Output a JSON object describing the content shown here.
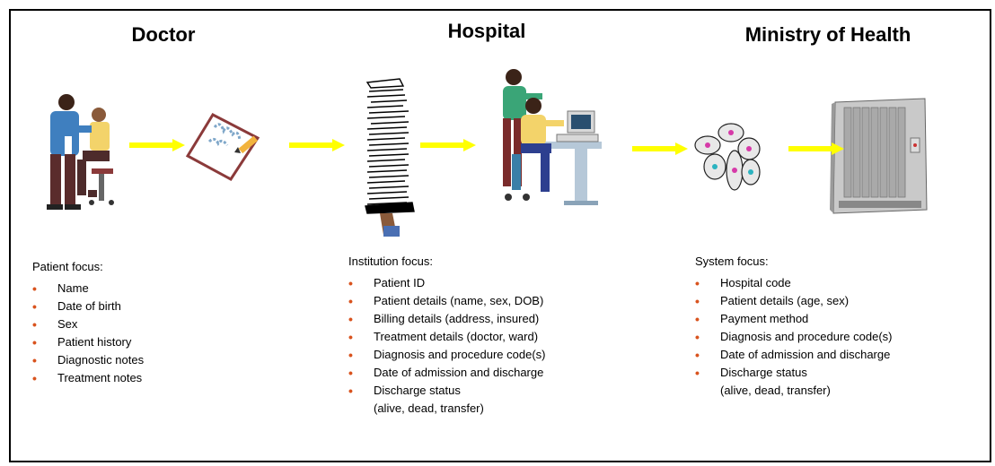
{
  "colors": {
    "arrow": "#ffff00",
    "bullet": "#d9531e"
  },
  "columns": [
    {
      "heading": "Doctor",
      "focus_title": "Patient focus:",
      "items": [
        "Name",
        "Date of birth",
        "Sex",
        "Patient history",
        "Diagnostic notes",
        "Treatment notes"
      ]
    },
    {
      "heading": "Hospital",
      "focus_title": "Institution focus:",
      "items": [
        "Patient ID",
        "Patient details (name, sex, DOB)",
        "Billing details (address, insured)",
        "Treatment details (doctor, ward)",
        "Diagnosis and procedure code(s)",
        "Date of admission and discharge",
        "Discharge status",
        "(alive, dead, transfer)"
      ]
    },
    {
      "heading": "Ministry of Health",
      "focus_title": "System focus:",
      "items": [
        "Hospital code",
        "Patient details (age, sex)",
        "Payment method",
        "Diagnosis and procedure code(s)",
        "Date of admission and discharge",
        "Discharge status",
        "(alive, dead, transfer)"
      ]
    }
  ],
  "icons": [
    "doctor-examining-patient-icon",
    "clipboard-notes-icon",
    "paper-stack-icon",
    "hospital-staff-at-computer-icon",
    "data-discs-icon",
    "server-rack-icon"
  ]
}
